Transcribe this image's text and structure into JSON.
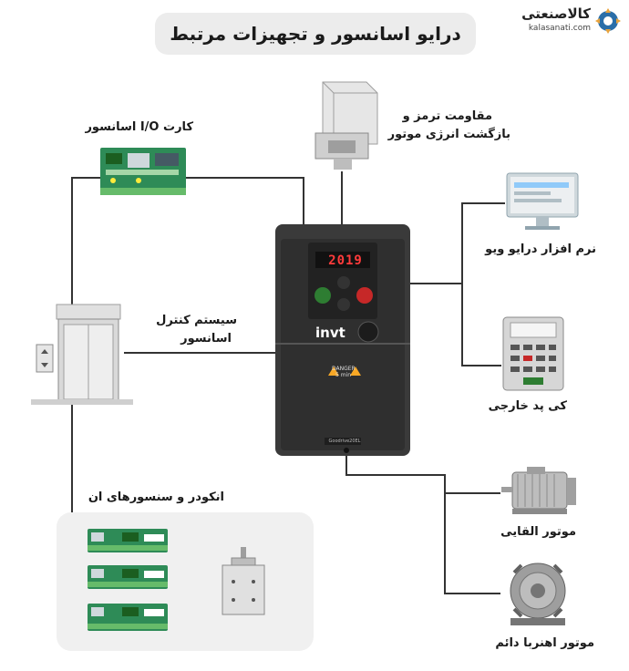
{
  "title": "درایو اسانسور و تجهیزات مرتبط",
  "logo": {
    "name": "کالاصنعتی",
    "site": "kalasanati.com",
    "accent": "#e8a33c",
    "brand": "#2a6ea8"
  },
  "labels": {
    "io_card": "کارت I/O اسانسور",
    "brake_resistor_line1": "مقاومت ترمز و",
    "brake_resistor_line2": "بازگشت انرژی موتور",
    "software": "نرم افزار درایو ویو",
    "keypad": "کی پد خارجی",
    "control_line1": "سیستم کنترل",
    "control_line2": "اسانسور",
    "encoder": "انکودر و سنسورهای ان",
    "induction_motor": "موتور القایی",
    "pm_motor": "موتور اهنربا دائم"
  },
  "drive": {
    "brand": "invt",
    "display": "2019",
    "warning_line1": "DANGER",
    "warning_line2": "5 min",
    "model": "Goodrive20EL"
  },
  "colors": {
    "drive_body": "#3a3a3a",
    "pcb_green": "#2e8b57",
    "line": "#333333"
  }
}
